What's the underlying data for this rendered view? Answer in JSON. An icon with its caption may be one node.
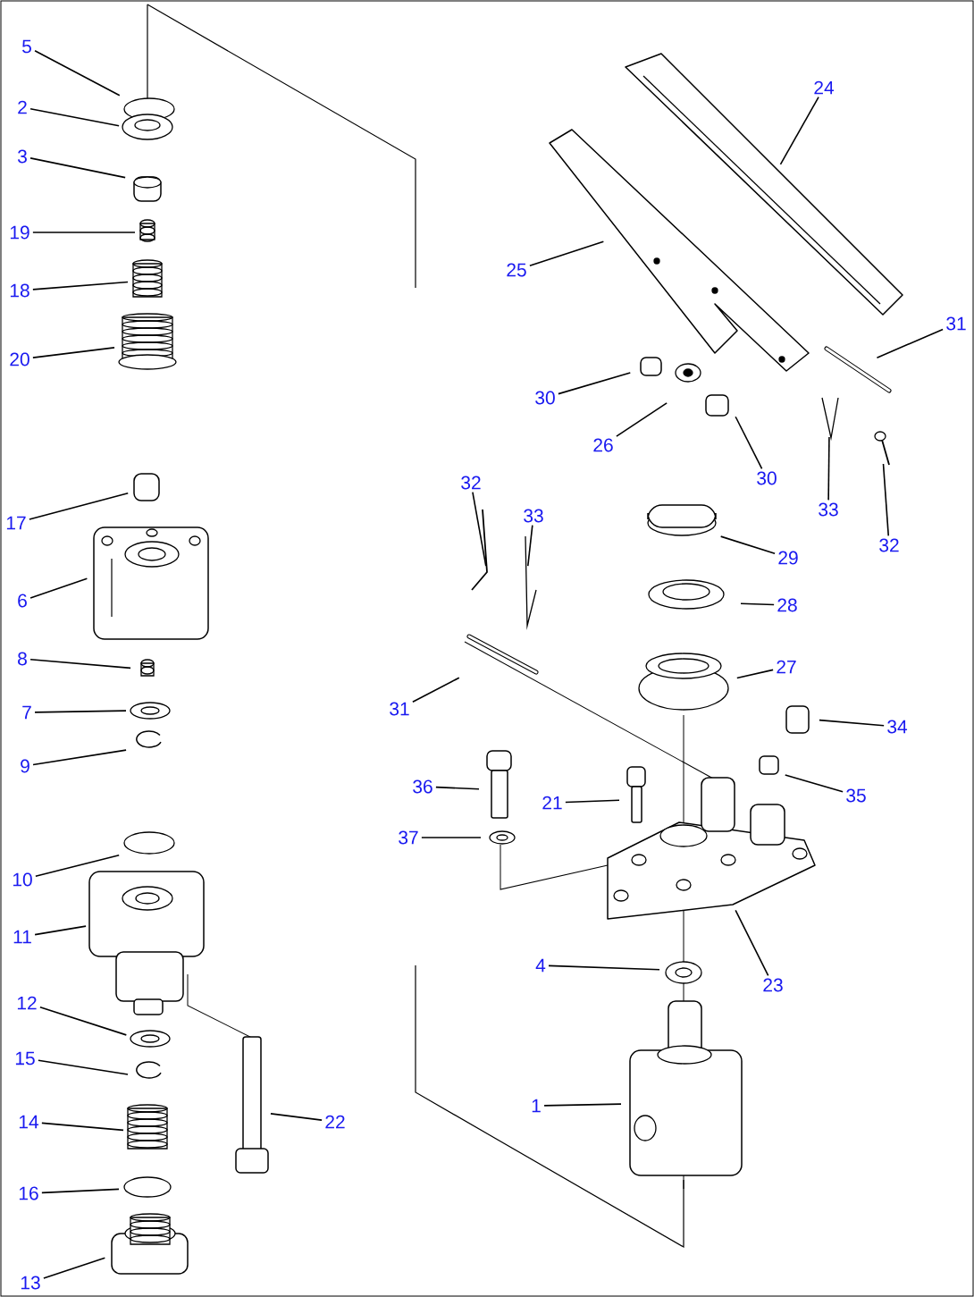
{
  "diagram": {
    "nodes": [
      {
        "text": [
          "5"
        ]
      },
      {
        "text": [
          "2"
        ]
      },
      {
        "text": [
          "3"
        ]
      },
      {
        "text": [
          "19"
        ]
      },
      {
        "text": [
          "18"
        ]
      },
      {
        "text": [
          "20"
        ]
      },
      {
        "text": [
          "17"
        ]
      },
      {
        "text": [
          "6"
        ]
      },
      {
        "text": [
          "8"
        ]
      },
      {
        "text": [
          "7"
        ]
      },
      {
        "text": [
          "9"
        ]
      },
      {
        "text": [
          "10"
        ]
      },
      {
        "text": [
          "11"
        ]
      },
      {
        "text": [
          "12"
        ]
      },
      {
        "text": [
          "15"
        ]
      },
      {
        "text": [
          "14"
        ]
      },
      {
        "text": [
          "16"
        ]
      },
      {
        "text": [
          "13"
        ]
      },
      {
        "text": [
          "22"
        ]
      },
      {
        "text": [
          "24"
        ]
      },
      {
        "text": [
          "25"
        ]
      },
      {
        "text": [
          "31"
        ]
      },
      {
        "text": [
          "30"
        ]
      },
      {
        "text": [
          "26"
        ]
      },
      {
        "text": [
          "30"
        ]
      },
      {
        "text": [
          "33"
        ]
      },
      {
        "text": [
          "32"
        ]
      },
      {
        "text": [
          "32"
        ]
      },
      {
        "text": [
          "33"
        ]
      },
      {
        "text": [
          "29"
        ]
      },
      {
        "text": [
          "28"
        ]
      },
      {
        "text": [
          "27"
        ]
      },
      {
        "text": [
          "31"
        ]
      },
      {
        "text": [
          "34"
        ]
      },
      {
        "text": [
          "35"
        ]
      },
      {
        "text": [
          "36"
        ]
      },
      {
        "text": [
          "21"
        ]
      },
      {
        "text": [
          "37"
        ]
      },
      {
        "text": [
          "23"
        ]
      },
      {
        "text": [
          "4"
        ]
      },
      {
        "text": [
          "1"
        ]
      }
    ],
    "edges": [
      {
        "from": 0,
        "to": null,
        "arrow": "none"
      },
      {
        "from": 1,
        "to": null,
        "arrow": "none"
      },
      {
        "from": 2,
        "to": null,
        "arrow": "none"
      },
      {
        "from": 3,
        "to": null,
        "arrow": "none"
      },
      {
        "from": 4,
        "to": null,
        "arrow": "none"
      },
      {
        "from": 5,
        "to": null,
        "arrow": "none"
      },
      {
        "from": 6,
        "to": null,
        "arrow": "none"
      },
      {
        "from": 7,
        "to": null,
        "arrow": "none"
      },
      {
        "from": 8,
        "to": null,
        "arrow": "none"
      },
      {
        "from": 9,
        "to": null,
        "arrow": "none"
      },
      {
        "from": 10,
        "to": null,
        "arrow": "none"
      },
      {
        "from": 11,
        "to": null,
        "arrow": "none"
      },
      {
        "from": 12,
        "to": null,
        "arrow": "none"
      },
      {
        "from": 13,
        "to": null,
        "arrow": "none"
      },
      {
        "from": 14,
        "to": null,
        "arrow": "none"
      },
      {
        "from": 15,
        "to": null,
        "arrow": "none"
      },
      {
        "from": 16,
        "to": null,
        "arrow": "none"
      },
      {
        "from": 17,
        "to": null,
        "arrow": "none"
      },
      {
        "from": 18,
        "to": null,
        "arrow": "none"
      },
      {
        "from": 19,
        "to": null,
        "arrow": "none"
      },
      {
        "from": 20,
        "to": null,
        "arrow": "none"
      },
      {
        "from": 21,
        "to": null,
        "arrow": "none"
      },
      {
        "from": 22,
        "to": null,
        "arrow": "none"
      },
      {
        "from": 23,
        "to": null,
        "arrow": "none"
      },
      {
        "from": 24,
        "to": null,
        "arrow": "none"
      },
      {
        "from": 25,
        "to": null,
        "arrow": "none"
      },
      {
        "from": 26,
        "to": null,
        "arrow": "none"
      },
      {
        "from": 27,
        "to": null,
        "arrow": "none"
      },
      {
        "from": 28,
        "to": null,
        "arrow": "none"
      },
      {
        "from": 29,
        "to": null,
        "arrow": "none"
      },
      {
        "from": 30,
        "to": null,
        "arrow": "none"
      },
      {
        "from": 31,
        "to": null,
        "arrow": "none"
      },
      {
        "from": 32,
        "to": null,
        "arrow": "none"
      },
      {
        "from": 33,
        "to": null,
        "arrow": "none"
      },
      {
        "from": 34,
        "to": null,
        "arrow": "none"
      },
      {
        "from": 35,
        "to": null,
        "arrow": "none"
      },
      {
        "from": 36,
        "to": null,
        "arrow": "none"
      },
      {
        "from": 37,
        "to": null,
        "arrow": "none"
      },
      {
        "from": 38,
        "to": null,
        "arrow": "none"
      },
      {
        "from": 39,
        "to": null,
        "arrow": "none"
      },
      {
        "from": 40,
        "to": null,
        "arrow": "none"
      }
    ]
  }
}
